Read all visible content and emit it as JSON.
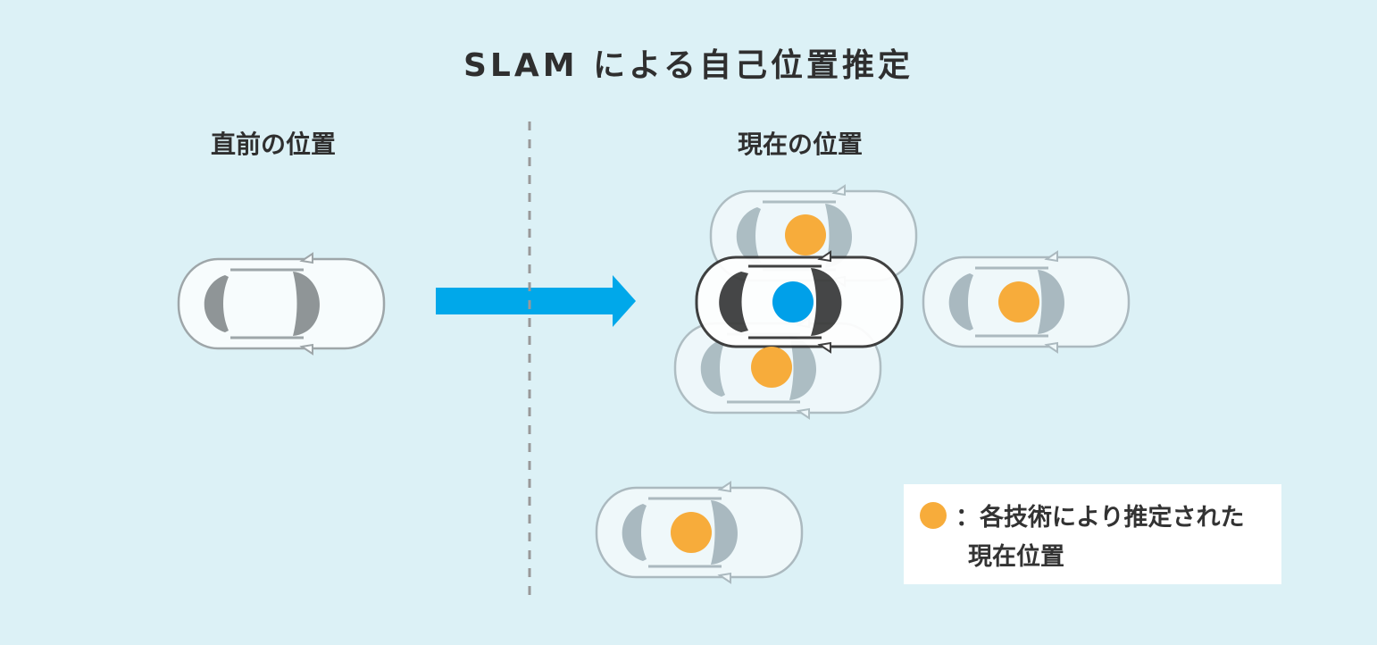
{
  "title": "SLAM による自己位置推定",
  "labels": {
    "previous": "直前の位置",
    "current": "現在の位置"
  },
  "legend": {
    "line1": "：各技術により推定された",
    "line2": "現在位置"
  },
  "colors": {
    "background": "#dcf1f6",
    "arrow": "#00a8ea",
    "estimate_dot": "#f7ac3b",
    "true_position_dot": "#00a0e9",
    "divider": "#999999"
  }
}
